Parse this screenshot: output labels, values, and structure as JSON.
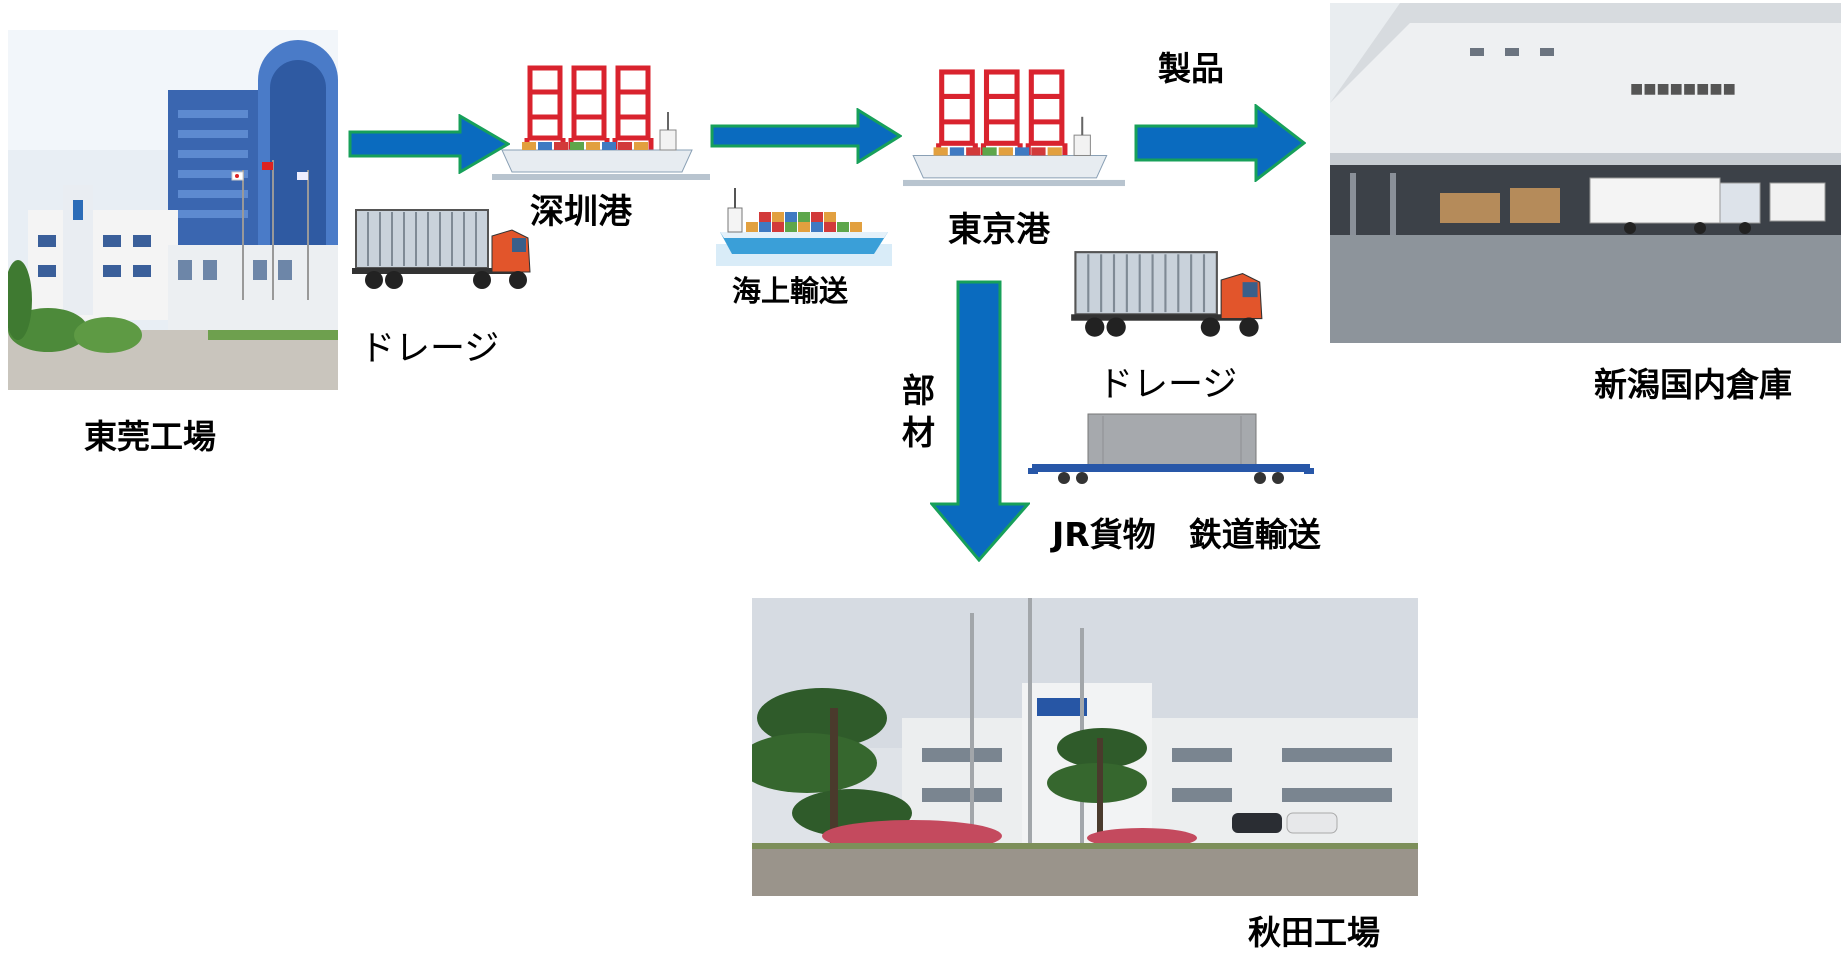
{
  "labels": {
    "dongguan_factory": "東莞工場",
    "drayage_left": "ドレージ",
    "shenzhen_port": "深圳港",
    "sea_transport": "海上輸送",
    "tokyo_port": "東京港",
    "products": "製品",
    "niigata_warehouse": "新潟国内倉庫",
    "drayage_right": "ドレージ",
    "parts_1": "部",
    "parts_2": "材",
    "jr_rail": "JR貨物　鉄道輸送",
    "akita_factory": "秋田工場"
  },
  "colors": {
    "arrow_fill": "#0a6bbf",
    "arrow_edge": "#17a05a",
    "crane_red": "#d9232e",
    "sky": "#dfe6ee"
  },
  "icons": [
    "factory-photo",
    "warehouse-photo",
    "container-port-crane",
    "container-ship",
    "container-truck",
    "rail-container-car"
  ]
}
